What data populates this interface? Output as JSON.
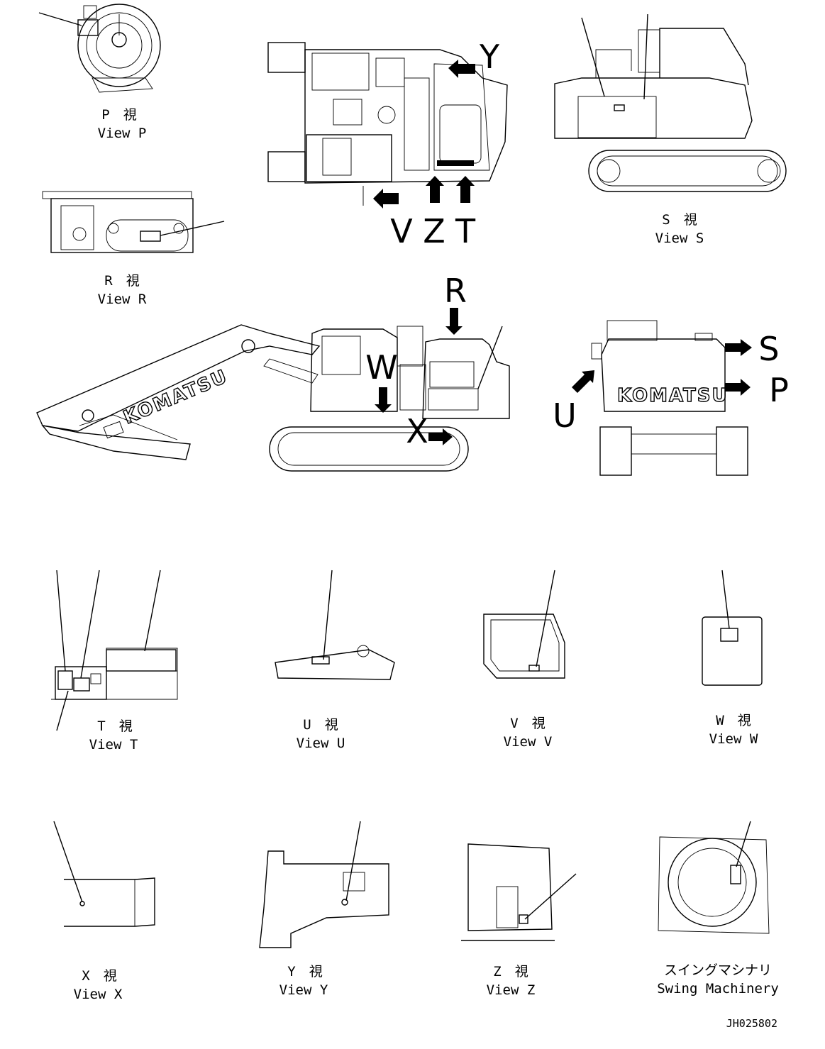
{
  "drawing_number": "JH025802",
  "views": {
    "p": {
      "jp": "P　視",
      "en": "View P"
    },
    "r": {
      "jp": "R　視",
      "en": "View R"
    },
    "s": {
      "jp": "S　視",
      "en": "View S"
    },
    "t": {
      "jp": "T　視",
      "en": "View T"
    },
    "u": {
      "jp": "U　視",
      "en": "View U"
    },
    "v": {
      "jp": "V　視",
      "en": "View V"
    },
    "w": {
      "jp": "W　視",
      "en": "View W"
    },
    "x": {
      "jp": "X　視",
      "en": "View X"
    },
    "y": {
      "jp": "Y　視",
      "en": "View Y"
    },
    "z": {
      "jp": "Z　視",
      "en": "View Z"
    },
    "swing": {
      "jp": "スイングマシナリ",
      "en": "Swing Machinery"
    }
  },
  "arrow_letters": {
    "y": "Y",
    "v": "V",
    "z": "Z",
    "t": "T",
    "r": "R",
    "w": "W",
    "x": "X",
    "s": "S",
    "p": "P",
    "u": "U"
  },
  "brand": {
    "boom": "KOMATSU",
    "rear": "KOMATSU"
  }
}
